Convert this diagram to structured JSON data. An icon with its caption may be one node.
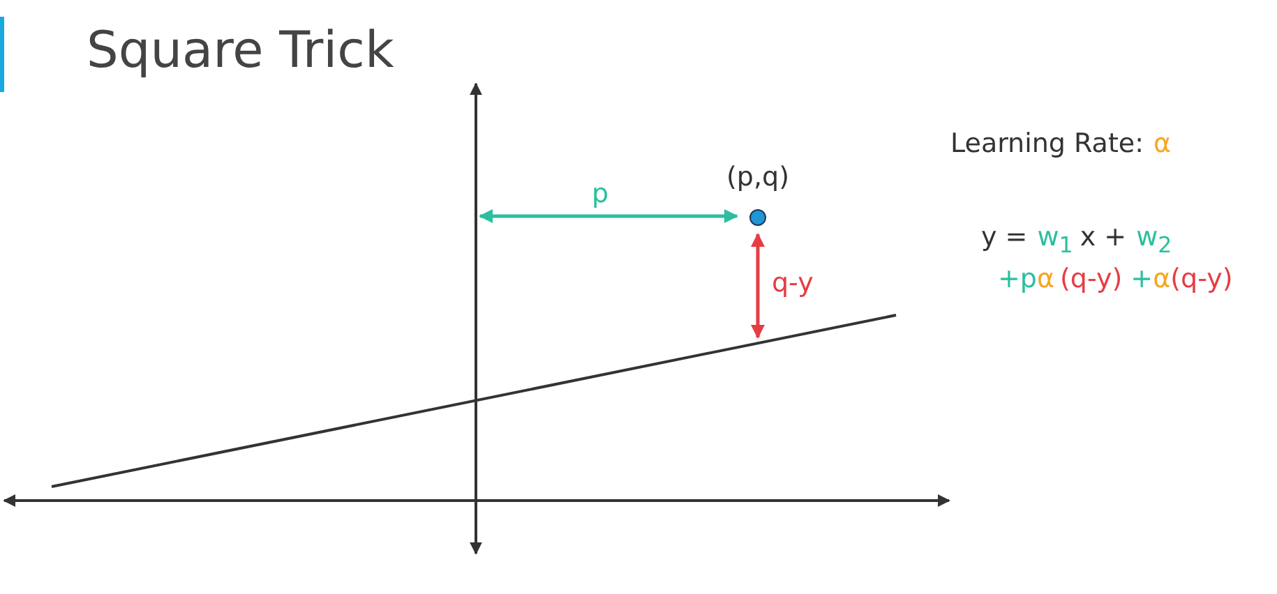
{
  "diagram": {
    "title": "Square Trick",
    "nodes": [
      {
        "text": [],
        "shape": "circle",
        "beside": [
          "(p,q)"
        ]
      }
    ],
    "labels": [
      "p",
      "q-y",
      "Learning Rate:",
      "α",
      "y =",
      "w$_{1}$",
      "x +",
      "w$_{2}$",
      "+p",
      "α",
      "(q-y)",
      "+",
      "α",
      "(q-y)"
    ]
  }
}
